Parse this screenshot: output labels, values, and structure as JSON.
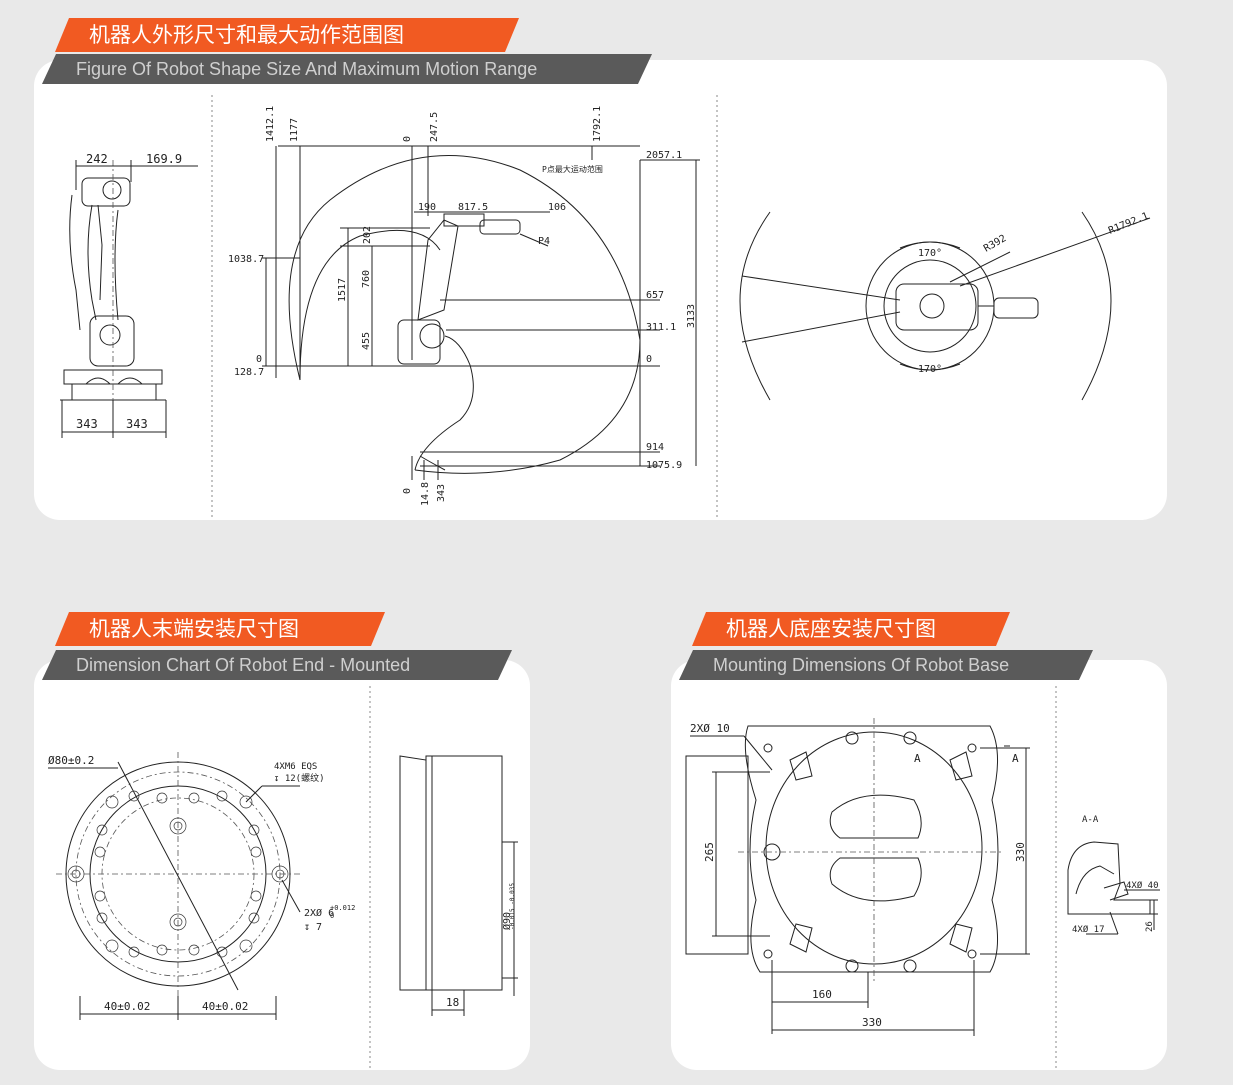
{
  "sections": {
    "motion": {
      "title_cn": "机器人外形尺寸和最大动作范围图",
      "title_en": "Figure Of Robot Shape Size And Maximum Motion Range"
    },
    "end": {
      "title_cn": "机器人末端安装尺寸图",
      "title_en": "Dimension Chart Of Robot End - Mounted"
    },
    "base": {
      "title_cn": "机器人底座安装尺寸图",
      "title_en": "Mounting Dimensions Of Robot Base"
    }
  },
  "side_view": {
    "d_242": "242",
    "d_169_9": "169.9",
    "d_343a": "343",
    "d_343b": "343"
  },
  "range_view": {
    "d_1412_1": "1412.1",
    "d_1177": "1177",
    "d_0_top": "0",
    "d_247_5": "247.5",
    "d_1792_1": "1792.1",
    "d_2057_1": "2057.1",
    "p_label": "P点最大运动范围",
    "d_190": "190",
    "d_817_5": "817.5",
    "d_106": "106",
    "d_202": "202",
    "p4": "P4",
    "d_1038_7": "1038.7",
    "d_1517": "1517",
    "d_760": "760",
    "d_657": "657",
    "d_455": "455",
    "d_311_1": "311.1",
    "d_0_left": "0",
    "d_128_7": "128.7",
    "d_0_right": "0",
    "d_3133": "3133",
    "d_914": "914",
    "d_1075_9": "1075.9",
    "d_0_bottom": "0",
    "d_14_8": "14.8",
    "d_343": "343"
  },
  "top_view": {
    "r392": "R392",
    "r1792": "R1792.1",
    "a_top": "170°",
    "a_bottom": "170°"
  },
  "flange": {
    "d80": "Ø80±0.2",
    "m6": "4XM6 EQS",
    "m6_depth": "↧ 12(螺纹)",
    "pin": "2XØ 6",
    "pin_tol_up": "+0.012",
    "pin_tol_dn": "0",
    "pin_depth": "↧ 7",
    "d40a": "40±0.02",
    "d40b": "40±0.02",
    "d90": "Ø90",
    "d90_tol": "-0.015 -0.035",
    "d18": "18"
  },
  "base_dims": {
    "hole": "2XØ 10",
    "a1": "A",
    "a2": "A",
    "d265": "265",
    "d330v": "330",
    "d160": "160",
    "d330h": "330",
    "sec": "A-A",
    "s40": "4XØ 40",
    "s17": "4XØ 17",
    "s26": "26"
  }
}
